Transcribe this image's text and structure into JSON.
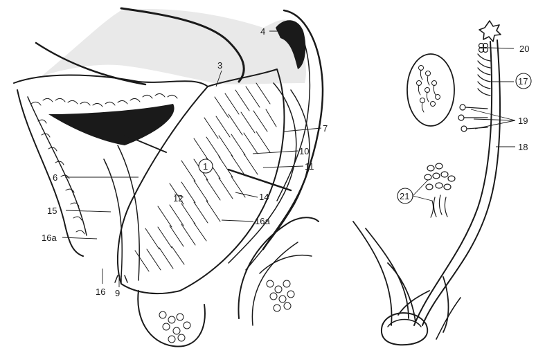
{
  "labels": {
    "l1": "1",
    "l3": "3",
    "l4": "4",
    "l6": "6",
    "l7": "7",
    "l9": "9",
    "l10": "10",
    "l11": "11",
    "l12": "12",
    "l14": "14",
    "l15": "15",
    "l16": "16",
    "l16a_left": "16a",
    "l16a_right": "16a",
    "l17": "17",
    "l18": "18",
    "l19": "19",
    "l20": "20",
    "l21": "21"
  }
}
